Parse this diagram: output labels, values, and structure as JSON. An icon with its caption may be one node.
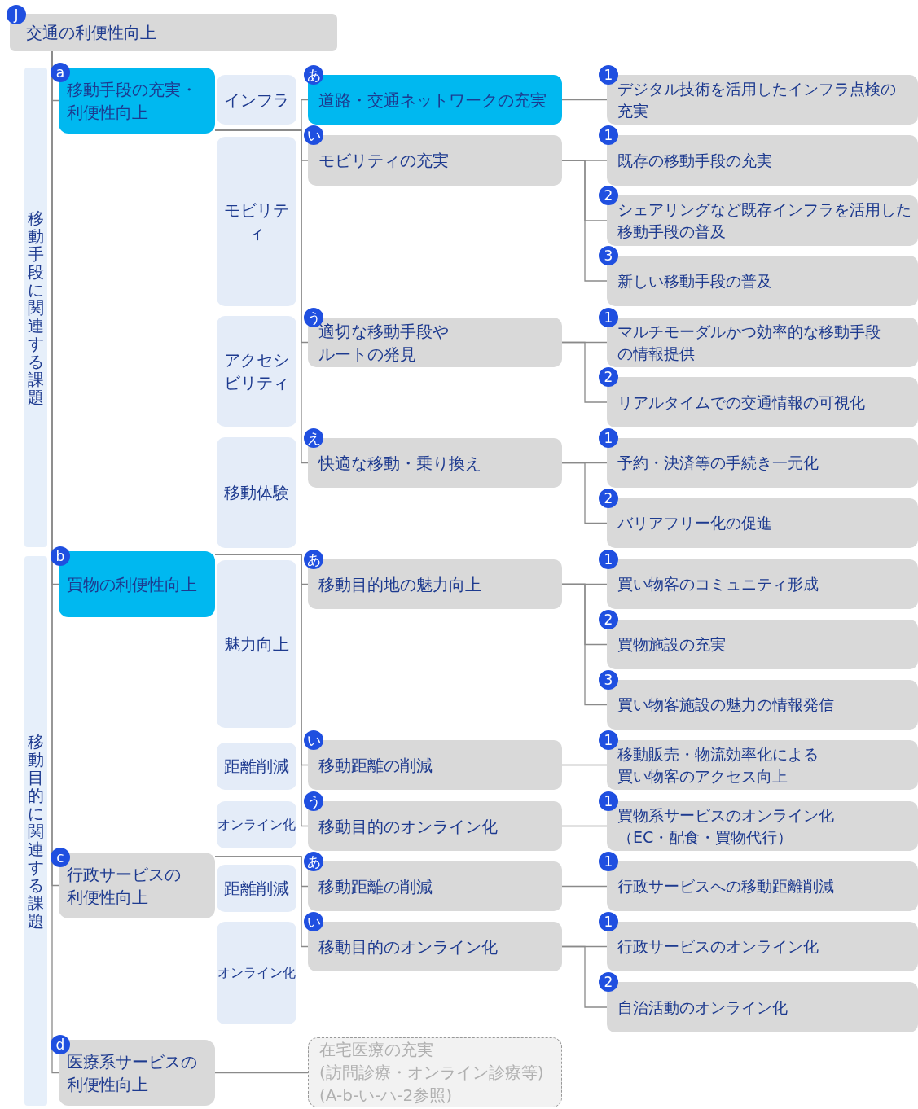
{
  "diagram": {
    "nodes": [
      {
        "text": [
          "J",
          "交通の利便性向上"
        ]
      },
      {
        "text": [
          "移動手段に関連する課題"
        ]
      },
      {
        "text": [
          "a",
          "移動手段の充実・利便性向上"
        ]
      },
      {
        "text": [
          "インフラ"
        ]
      },
      {
        "text": [
          "あ",
          "道路・交通ネットワークの充実"
        ]
      },
      {
        "text": [
          "1",
          "デジタル技術を活用したインフラ点検の充実"
        ]
      },
      {
        "text": [
          "モビリティ"
        ]
      },
      {
        "text": [
          "い",
          "モビリティの充実"
        ]
      },
      {
        "text": [
          "1",
          "既存の移動手段の充実"
        ]
      },
      {
        "text": [
          "2",
          "シェアリングなど既存インフラを活用した移動手段の普及"
        ]
      },
      {
        "text": [
          "3",
          "新しい移動手段の普及"
        ]
      },
      {
        "text": [
          "アクセシビリティ"
        ]
      },
      {
        "text": [
          "う",
          "適切な移動手段やルートの発見"
        ]
      },
      {
        "text": [
          "1",
          "マルチモーダルかつ効率的な移動手段の情報提供"
        ]
      },
      {
        "text": [
          "2",
          "リアルタイムでの交通情報の可視化"
        ]
      },
      {
        "text": [
          "移動体験"
        ]
      },
      {
        "text": [
          "え",
          "快適な移動・乗り換え"
        ]
      },
      {
        "text": [
          "1",
          "予約・決済等の手続き一元化"
        ]
      },
      {
        "text": [
          "2",
          "バリアフリー化の促進"
        ]
      },
      {
        "text": [
          "移動目的に関連する課題"
        ]
      },
      {
        "text": [
          "b",
          "買物の利便性向上"
        ]
      },
      {
        "text": [
          "魅力向上"
        ]
      },
      {
        "text": [
          "あ",
          "移動目的地の魅力向上"
        ]
      },
      {
        "text": [
          "1",
          "買い物客のコミュニティ形成"
        ]
      },
      {
        "text": [
          "2",
          "買物施設の充実"
        ]
      },
      {
        "text": [
          "3",
          "買い物客施設の魅力の情報発信"
        ]
      },
      {
        "text": [
          "距離削減"
        ]
      },
      {
        "text": [
          "い",
          "移動距離の削減"
        ]
      },
      {
        "text": [
          "1",
          "移動販売・物流効率化による買い物客のアクセス向上"
        ]
      },
      {
        "text": [
          "オンライン化"
        ]
      },
      {
        "text": [
          "う",
          "移動目的のオンライン化"
        ]
      },
      {
        "text": [
          "1",
          "買物系サービスのオンライン化（EC・配食・買物代行）"
        ]
      },
      {
        "text": [
          "c",
          "行政サービスの利便性向上"
        ]
      },
      {
        "text": [
          "距離削減"
        ]
      },
      {
        "text": [
          "あ",
          "移動距離の削減"
        ]
      },
      {
        "text": [
          "1",
          "行政サービスへの移動距離削減"
        ]
      },
      {
        "text": [
          "オンライン化"
        ]
      },
      {
        "text": [
          "い",
          "移動目的のオンライン化"
        ]
      },
      {
        "text": [
          "1",
          "行政サービスのオンライン化"
        ]
      },
      {
        "text": [
          "2",
          "自治活動のオンライン化"
        ]
      },
      {
        "text": [
          "d",
          "医療系サービスの利便性向上"
        ]
      },
      {
        "text": [
          "在宅医療の充実",
          "(訪問診療・オンライン診療等)",
          "(A-b-い-ハ-2参照)"
        ]
      }
    ],
    "edges": [
      {
        "from": 0,
        "to": 2,
        "arrow": "none"
      },
      {
        "from": 0,
        "to": 20,
        "arrow": "none"
      },
      {
        "from": 0,
        "to": 32,
        "arrow": "none"
      },
      {
        "from": 0,
        "to": 40,
        "arrow": "none"
      },
      {
        "from": 2,
        "to": 4,
        "arrow": "none"
      },
      {
        "from": 2,
        "to": 7,
        "arrow": "none"
      },
      {
        "from": 2,
        "to": 12,
        "arrow": "none"
      },
      {
        "from": 2,
        "to": 16,
        "arrow": "none"
      },
      {
        "from": 4,
        "to": 5,
        "arrow": "none"
      },
      {
        "from": 7,
        "to": 8,
        "arrow": "none"
      },
      {
        "from": 7,
        "to": 9,
        "arrow": "none"
      },
      {
        "from": 7,
        "to": 10,
        "arrow": "none"
      },
      {
        "from": 12,
        "to": 13,
        "arrow": "none"
      },
      {
        "from": 12,
        "to": 14,
        "arrow": "none"
      },
      {
        "from": 16,
        "to": 17,
        "arrow": "none"
      },
      {
        "from": 16,
        "to": 18,
        "arrow": "none"
      },
      {
        "from": 20,
        "to": 22,
        "arrow": "none"
      },
      {
        "from": 20,
        "to": 27,
        "arrow": "none"
      },
      {
        "from": 20,
        "to": 30,
        "arrow": "none"
      },
      {
        "from": 22,
        "to": 23,
        "arrow": "none"
      },
      {
        "from": 22,
        "to": 24,
        "arrow": "none"
      },
      {
        "from": 22,
        "to": 25,
        "arrow": "none"
      },
      {
        "from": 27,
        "to": 28,
        "arrow": "none"
      },
      {
        "from": 30,
        "to": 31,
        "arrow": "none"
      },
      {
        "from": 32,
        "to": 34,
        "arrow": "none"
      },
      {
        "from": 32,
        "to": 37,
        "arrow": "none"
      },
      {
        "from": 34,
        "to": 35,
        "arrow": "none"
      },
      {
        "from": 37,
        "to": 38,
        "arrow": "none"
      },
      {
        "from": 37,
        "to": 39,
        "arrow": "none"
      },
      {
        "from": 40,
        "to": 41,
        "arrow": "none"
      }
    ]
  }
}
